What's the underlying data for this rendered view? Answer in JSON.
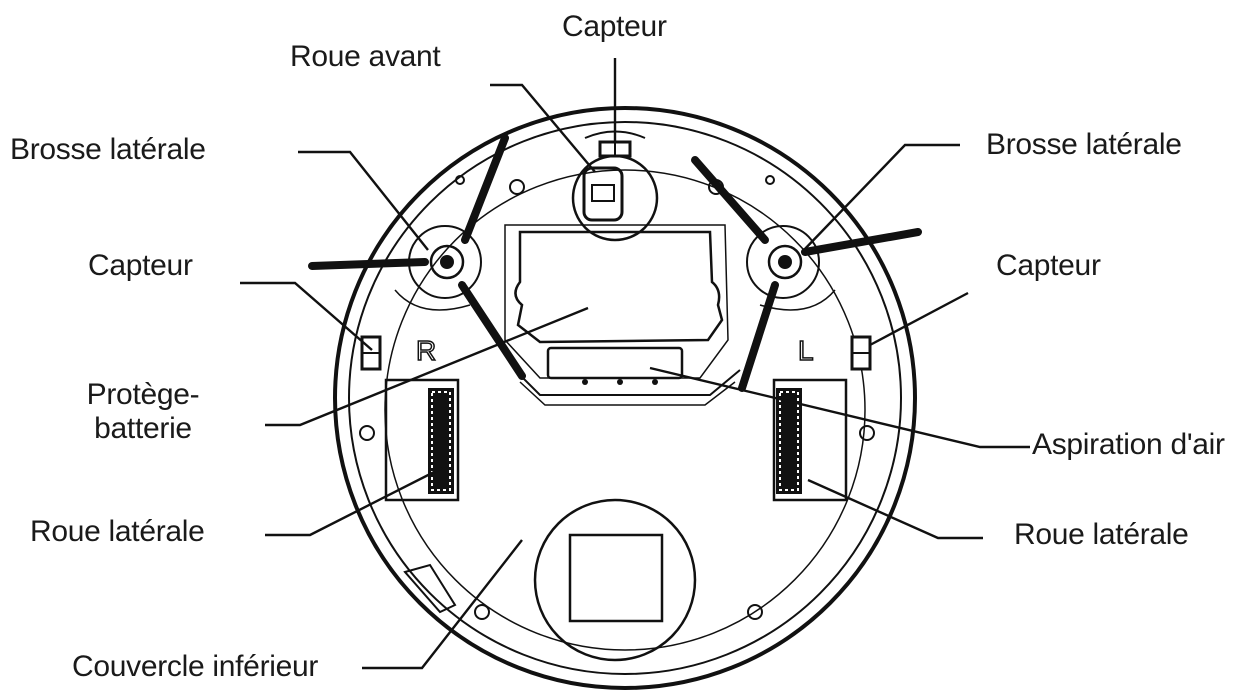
{
  "labels": {
    "capteur_top": "Capteur",
    "roue_avant": "Roue avant",
    "brosse_left": "Brosse latérale",
    "brosse_right": "Brosse latérale",
    "capteur_left": "Capteur",
    "capteur_right": "Capteur",
    "protege_line1": "Protège-",
    "protege_line2": "batterie",
    "aspiration": "Aspiration d'air",
    "roue_laterale_left": "Roue latérale",
    "roue_laterale_right": "Roue latérale",
    "couvercle": "Couvercle inférieur"
  },
  "markings": {
    "right_side": "R",
    "left_side": "L"
  }
}
